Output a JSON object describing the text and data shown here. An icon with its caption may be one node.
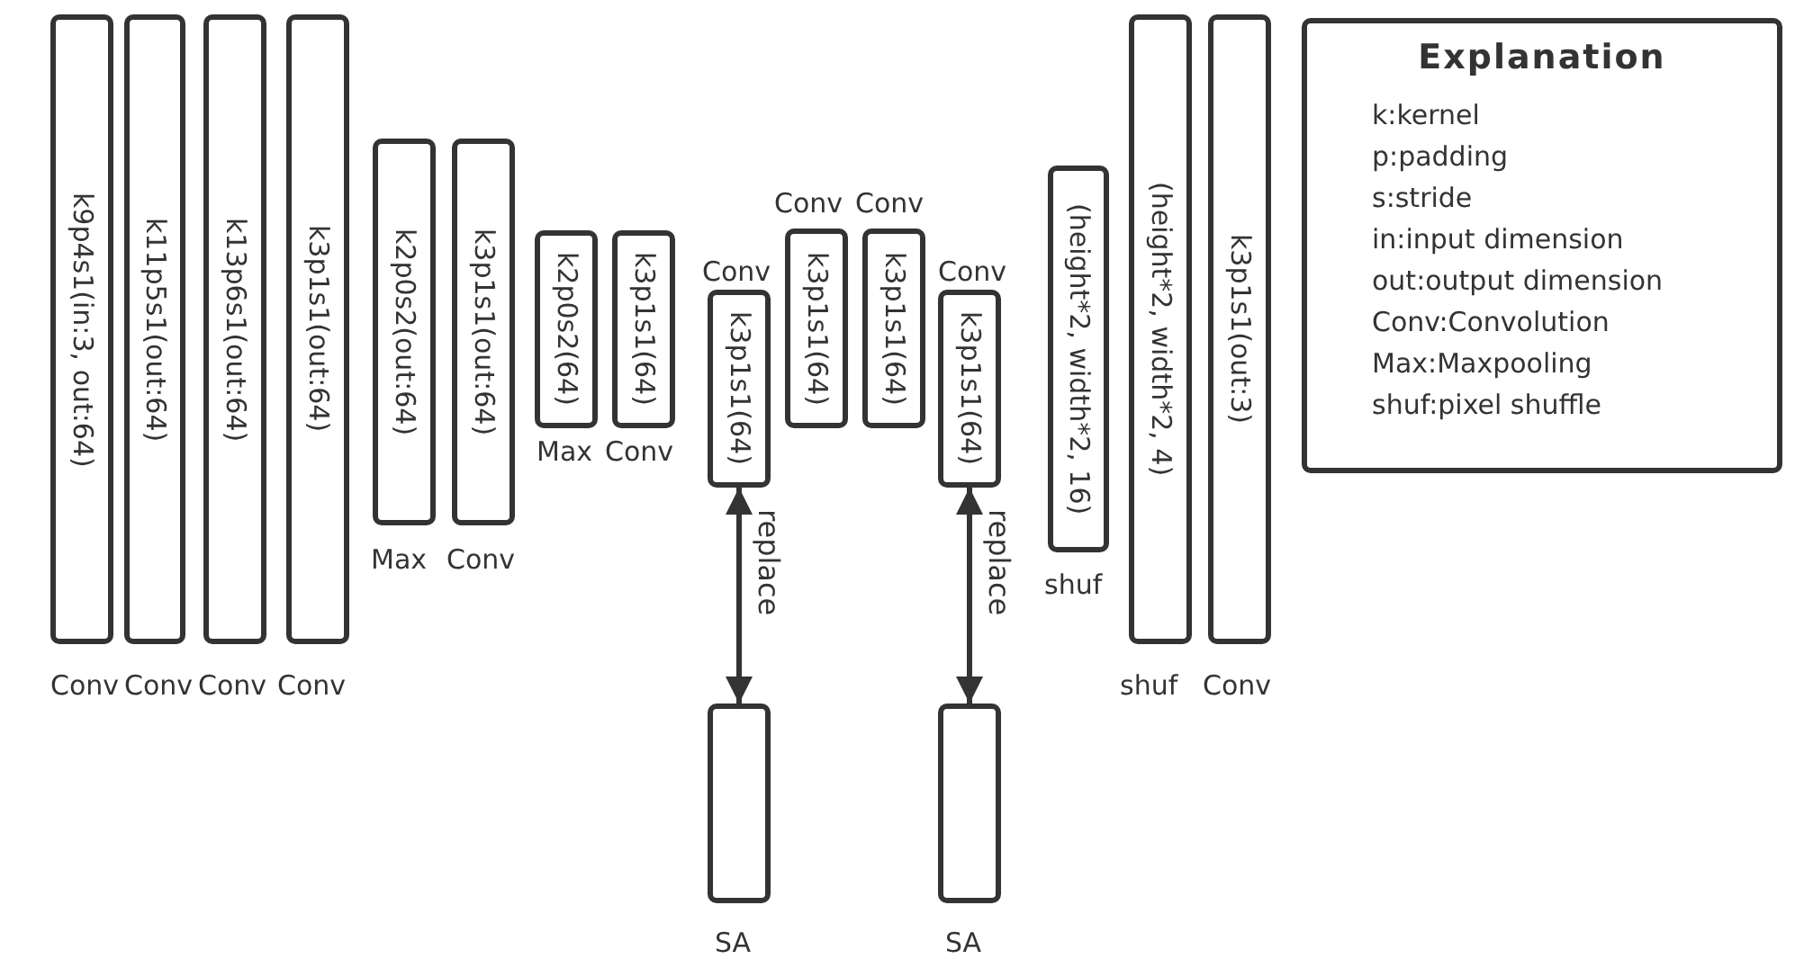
{
  "diagram": {
    "nodes": [
      {
        "text": [
          "k9p4s1(in:3, out:64)"
        ],
        "beside": [
          "Conv"
        ]
      },
      {
        "text": [
          "k11p5s1(out:64)"
        ],
        "beside": [
          "Conv"
        ]
      },
      {
        "text": [
          "k13p6s1(out:64)"
        ],
        "beside": [
          "Conv"
        ]
      },
      {
        "text": [
          "k3p1s1(out:64)"
        ],
        "beside": [
          "Conv"
        ]
      },
      {
        "text": [
          "k2p0s2(out:64)"
        ],
        "beside": [
          "Max"
        ]
      },
      {
        "text": [
          "k3p1s1(out:64)"
        ],
        "beside": [
          "Conv"
        ]
      },
      {
        "text": [
          "k2p0s2(64)"
        ],
        "beside": [
          "Max"
        ]
      },
      {
        "text": [
          "k3p1s1(64)"
        ],
        "beside": [
          "Conv"
        ]
      },
      {
        "text": [
          "k3p1s1(64)"
        ],
        "beside": [
          "Conv"
        ]
      },
      {
        "text": [
          "k3p1s1(64)"
        ],
        "beside": [
          "Conv"
        ]
      },
      {
        "text": [
          "k3p1s1(64)"
        ],
        "beside": [
          "Conv"
        ]
      },
      {
        "text": [
          "k3p1s1(64)"
        ],
        "beside": [
          "Conv"
        ]
      },
      {
        "text": [
          "(height*2, width*2, 16)"
        ],
        "beside": [
          "shuf"
        ]
      },
      {
        "text": [
          "(height*2, width*2, 4)"
        ],
        "beside": [
          "shuf"
        ]
      },
      {
        "text": [
          "k3p1s1(out:3)"
        ],
        "beside": [
          "Conv"
        ]
      },
      {
        "text": [],
        "shape": "box",
        "beside": [
          "SA"
        ]
      },
      {
        "text": [],
        "shape": "box",
        "beside": [
          "SA"
        ]
      },
      {
        "text": [
          "Explanation",
          "k:kernel",
          "p:padding",
          "s:stride",
          "in:input dimension",
          "out:output dimension",
          "Conv:Convolution",
          "Max:Maxpooling",
          "shuf:pixel shuffle"
        ]
      }
    ],
    "edges": [
      {
        "from": 15,
        "to": 8,
        "arrow": "both",
        "label": "replace"
      },
      {
        "from": 16,
        "to": 11,
        "arrow": "both",
        "label": "replace"
      }
    ]
  }
}
